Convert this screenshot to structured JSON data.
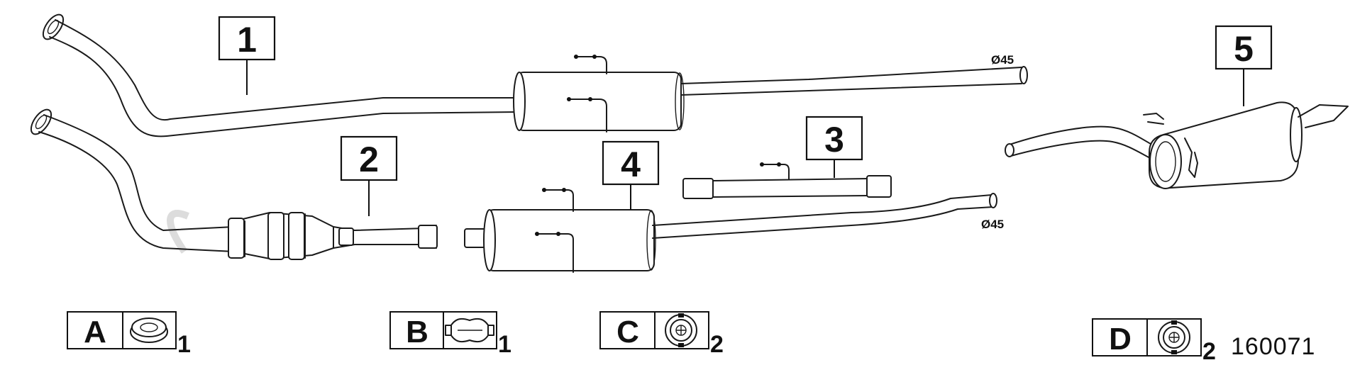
{
  "callouts": [
    {
      "num": "1"
    },
    {
      "num": "2"
    },
    {
      "num": "3"
    },
    {
      "num": "4"
    },
    {
      "num": "5"
    }
  ],
  "diameters": [
    {
      "text": "Ø45"
    },
    {
      "text": "Ø45"
    }
  ],
  "legend": [
    {
      "letter": "A",
      "qty": "1",
      "icon": "gasket-ring-icon"
    },
    {
      "letter": "B",
      "qty": "1",
      "icon": "pipe-clamp-icon"
    },
    {
      "letter": "C",
      "qty": "2",
      "icon": "rubber-mount-icon"
    },
    {
      "letter": "D",
      "qty": "2",
      "icon": "rubber-mount-icon"
    }
  ],
  "reference_number": "160071"
}
